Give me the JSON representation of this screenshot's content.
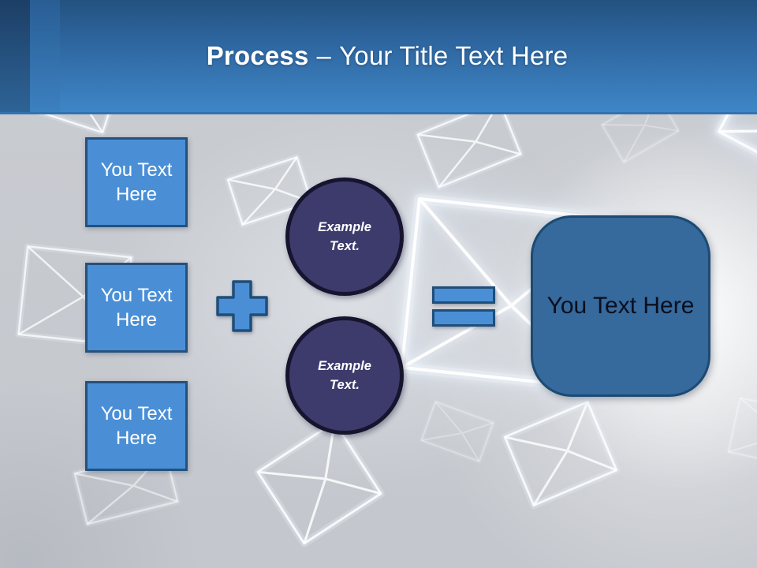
{
  "title": {
    "bold": "Process",
    "separator": "–",
    "rest": "Your Title Text Here"
  },
  "input_boxes": [
    {
      "label": "You Text Here"
    },
    {
      "label": "You Text Here"
    },
    {
      "label": "You Text Here"
    }
  ],
  "circles": [
    {
      "label": "Example Text."
    },
    {
      "label": "Example Text."
    }
  ],
  "result_box": {
    "label": "You Text Here"
  },
  "icons": {
    "plus": "plus-shape",
    "equals": "equals-shape",
    "background": "envelope-icon"
  },
  "colors": {
    "header_top": "#23527f",
    "header_bottom": "#3f86c7",
    "accent_blue": "#4a8fd6",
    "shape_border": "#1f4e79",
    "circle_fill": "#3c3b6c",
    "circle_border": "#17142f",
    "result_fill": "#36699c",
    "result_text": "#0a0f1e",
    "canvas_gray": "#c9ccd1",
    "envelope_white": "#ffffff"
  }
}
